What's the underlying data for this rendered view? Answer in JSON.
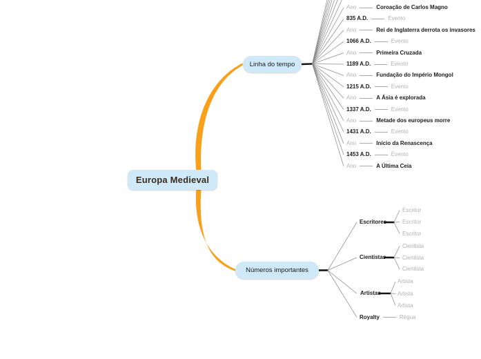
{
  "root": {
    "label": "Europa Medieval"
  },
  "timeline": {
    "node_label": "Linha do tempo",
    "rows": [
      {
        "label": "Ano",
        "value": "Coroação de Carlos Magno"
      },
      {
        "label": "835 A.D.",
        "value": "Evento"
      },
      {
        "label": "Ano",
        "value": "Rei de Inglaterra derrota os invasores"
      },
      {
        "label": "1066 A.D.",
        "value": "Evento"
      },
      {
        "label": "Ano",
        "value": "Primeira Cruzada"
      },
      {
        "label": "1189 A.D.",
        "value": "Evento"
      },
      {
        "label": "Ano",
        "value": "Fundação do Império Mongol"
      },
      {
        "label": "1215 A.D.",
        "value": "Evento"
      },
      {
        "label": "Ano",
        "value": "A Ásia é explorada"
      },
      {
        "label": "1337 A.D.",
        "value": "Evento"
      },
      {
        "label": "Ano",
        "value": "Metade dos europeus morre"
      },
      {
        "label": "1431 A.D.",
        "value": "Evento"
      },
      {
        "label": "Ano",
        "value": "Início da Renascença"
      },
      {
        "label": "1453 A.D.",
        "value": "Evento"
      },
      {
        "label": "Ano",
        "value": "A Última Ceia"
      }
    ]
  },
  "numbers": {
    "node_label": "Números importantes",
    "groups": [
      {
        "label": "Escritores",
        "children": [
          "Escritor",
          "Escritor",
          "Escritor"
        ]
      },
      {
        "label": "Cientistas",
        "children": [
          "Cientista",
          "Cientista",
          "Cientista"
        ]
      },
      {
        "label": "Artistas",
        "children": [
          "Artista",
          "Artista",
          "Artista"
        ]
      },
      {
        "label": "Royalty",
        "children": [
          "Régua"
        ]
      }
    ]
  },
  "colors": {
    "node_fill": "#cfe9f8",
    "branch_orange": "#f9a01b",
    "placeholder_gray": "#b2b2b2",
    "text_dark": "#1b1b1b",
    "line_gray": "#8d8d8d"
  }
}
